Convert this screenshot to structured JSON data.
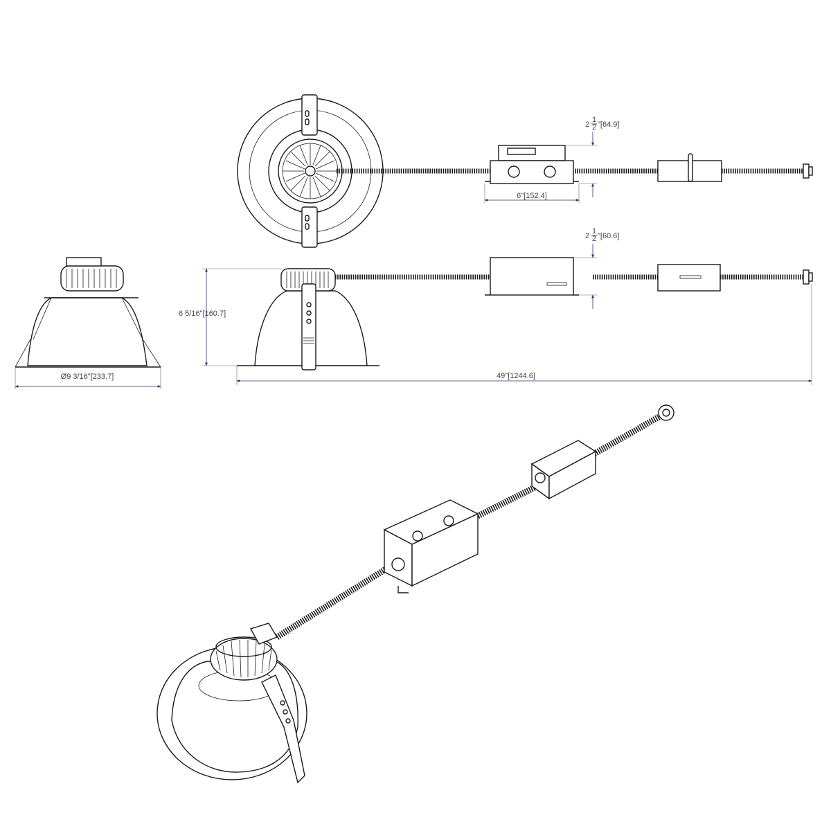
{
  "dimensions": {
    "top_height": {
      "whole": "2",
      "num": "1",
      "den": "2",
      "rest": "\"[64.9]"
    },
    "box_length": "6\"[152.4]",
    "side_height": {
      "whole": "2",
      "num": "1",
      "den": "2",
      "rest": "\"[60.6]"
    },
    "overall_height": "6 5/16\"[160.7]",
    "trim_diameter": "Ø9 3/16\"[233.7]",
    "overall_length": "49\"[1244.6]"
  }
}
